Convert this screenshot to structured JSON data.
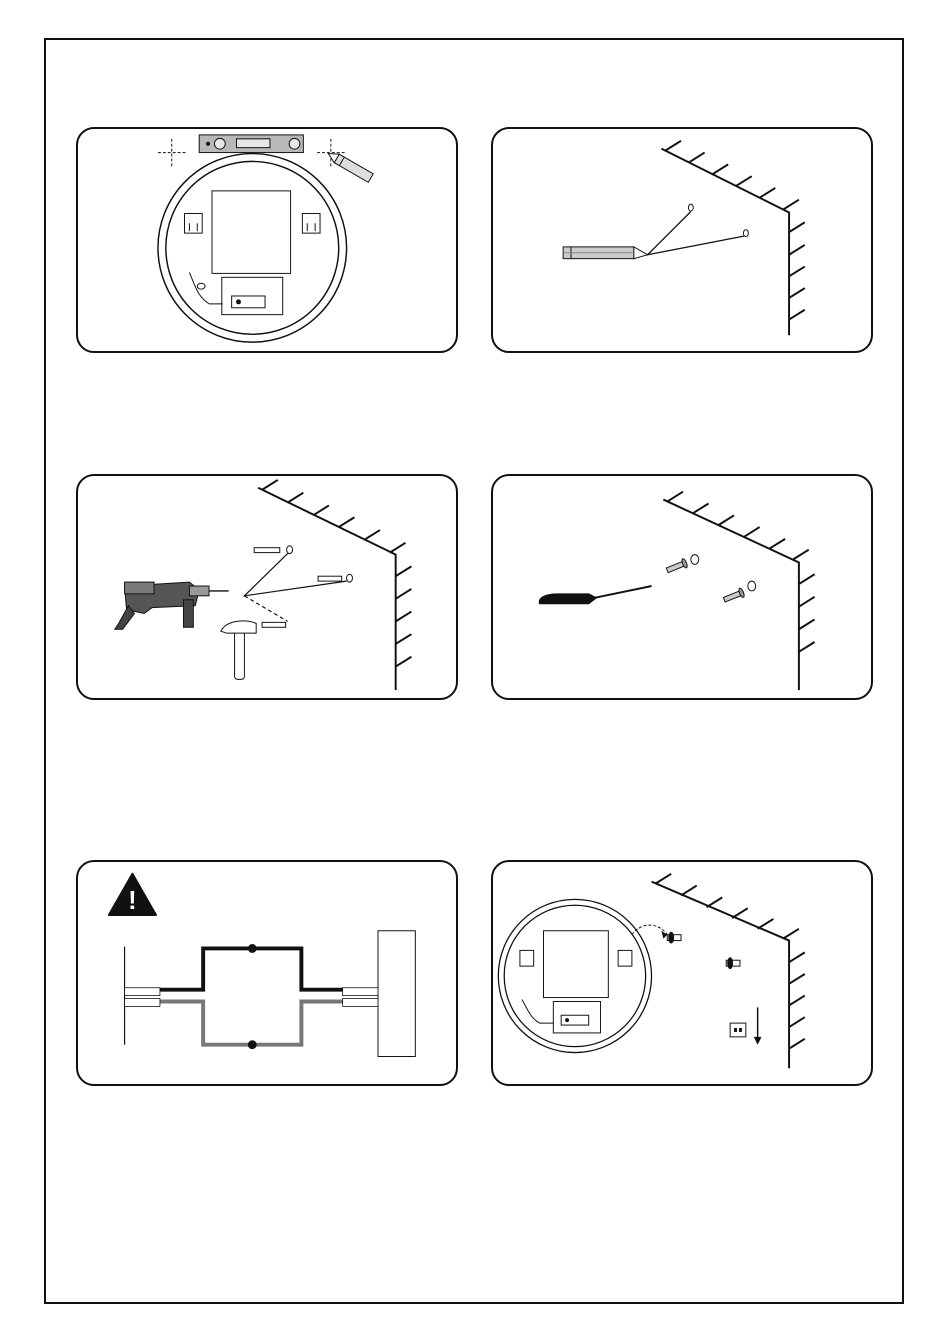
{
  "steps": [
    {
      "id": 1,
      "caption": ""
    },
    {
      "id": 2,
      "caption": ""
    },
    {
      "id": 3,
      "caption": ""
    },
    {
      "id": 4,
      "caption": ""
    },
    {
      "id": 5,
      "caption": ""
    },
    {
      "id": 6,
      "caption": ""
    }
  ],
  "warning": {
    "symbol": "!"
  },
  "colors": {
    "line": "#111111",
    "panel_bg": "#ffffff",
    "pipe_gray": "#777777",
    "tool_gray": "#9a9a9a"
  }
}
